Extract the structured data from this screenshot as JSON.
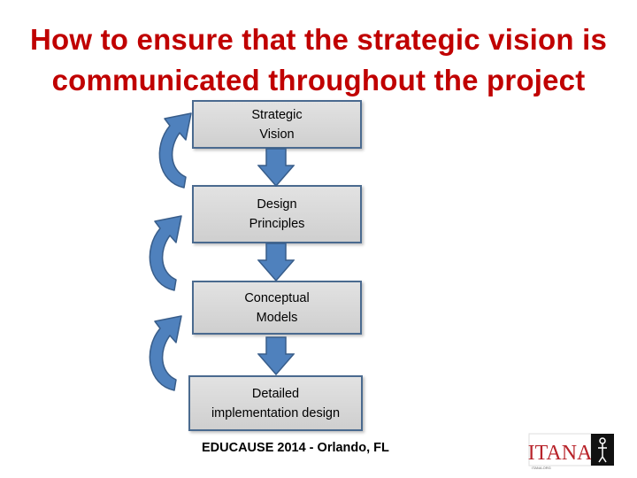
{
  "title": {
    "line1": "How to ensure that the strategic vision is",
    "line2": "communicated throughout the project"
  },
  "steps": [
    {
      "line1": "Strategic",
      "line2": "Vision"
    },
    {
      "line1": "Design",
      "line2": "Principles"
    },
    {
      "line1": "Conceptual",
      "line2": "Models"
    },
    {
      "line1": "Detailed",
      "line2": "implementation design"
    }
  ],
  "footer": "EDUCAUSE 2014 - Orlando, FL",
  "logo": {
    "text": "ITANA",
    "subtext": "ITANA.ORG",
    "color": "#b8232a"
  },
  "colors": {
    "title": "#c00000",
    "arrow": "#4f81bd",
    "arrow_border": "#385d8a",
    "box_border": "#4a6a8f"
  },
  "icons": {
    "down": "down-arrow-icon",
    "feedback": "curved-arrow-icon"
  }
}
